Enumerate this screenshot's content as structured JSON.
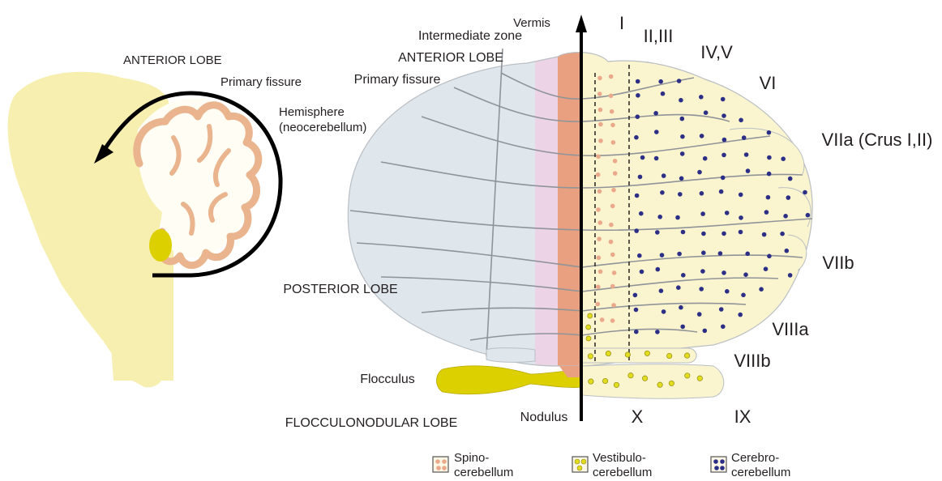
{
  "colors": {
    "brainstem": "#f7efb0",
    "folia": "#e9b48e",
    "flocculus": "#ddd000",
    "hemisphere_left": "#dfe6ec",
    "hemisphere_right": "#fbf5cf",
    "intermediate_zone": "#ecd4e6",
    "vermis": "#e9a080",
    "dot_spino": "#eaa98b",
    "dot_vestibulo": "#e2dc20",
    "dot_cerebro": "#2c2f86",
    "fissure_line": "#8f9499",
    "arrow": "#000000"
  },
  "labels": {
    "sagittal_anterior_lobe": "ANTERIOR LOBE",
    "sagittal_primary_fissure": "Primary fissure",
    "hemisphere_line1": "Hemisphere",
    "hemisphere_line2": "(neocerebellum)",
    "vermis": "Vermis",
    "intermediate_zone": "Intermediate zone",
    "anterior_lobe": "ANTERIOR LOBE",
    "primary_fissure": "Primary fissure",
    "posterior_lobe": "POSTERIOR LOBE",
    "flocculus": "Flocculus",
    "flocculonodular_lobe": "FLOCCULONODULAR LOBE",
    "nodulus": "Nodulus"
  },
  "lobules": {
    "I": "I",
    "II_III": "II,III",
    "IV_V": "IV,V",
    "VI": "VI",
    "VIIa": "VIIa (Crus I,II)",
    "VIIb": "VIIb",
    "VIIIa": "VIIIa",
    "VIIIb": "VIIIb",
    "IX": "IX",
    "X": "X"
  },
  "legend": [
    {
      "icon": "spinocerebellum-dots-icon",
      "line1": "Spino-",
      "line2": "cerebellum"
    },
    {
      "icon": "vestibulocerebellum-dots-icon",
      "line1": "Vestibulo-",
      "line2": "cerebellum"
    },
    {
      "icon": "cerebrocerebellum-dots-icon",
      "line1": "Cerebro-",
      "line2": "cerebellum"
    }
  ]
}
